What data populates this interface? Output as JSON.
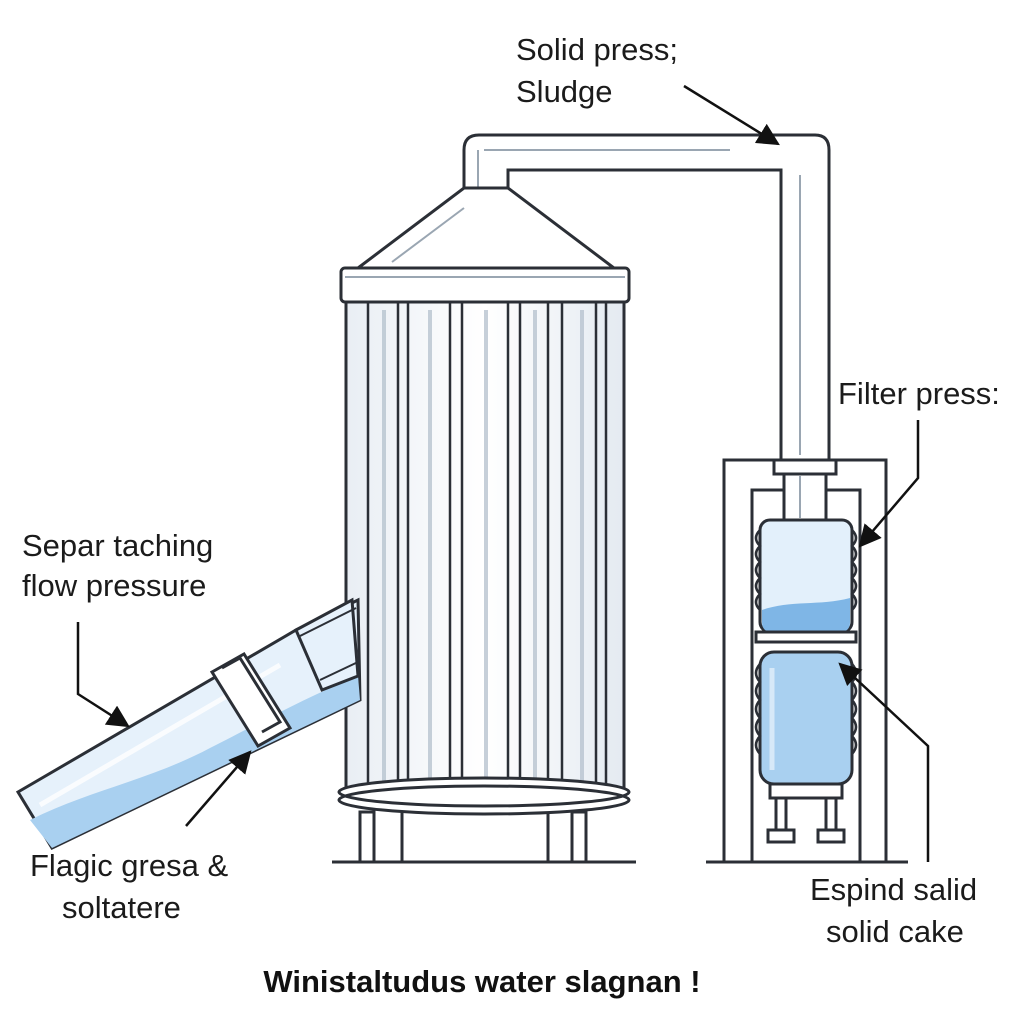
{
  "labels": {
    "top_line1": "Solid press;",
    "top_line2": "Sludge",
    "right_top": "Filter press:",
    "left_line1": "Separ taching",
    "left_line2": "flow pressure",
    "bottom_left_line1": "Flagic gresa &",
    "bottom_left_line2": "soltatere",
    "bottom_right_line1": "Espind salid",
    "bottom_right_line2": "solid cake"
  },
  "caption": "Winistaltudus water slagnan !",
  "colors": {
    "outline": "#2b2f36",
    "metal": "#f4f7fb",
    "glass": "#e3f0fb",
    "water": "#a9d0f0",
    "water_dark": "#7fb6e6"
  },
  "icons": [
    "pointer-arrow-icon"
  ]
}
